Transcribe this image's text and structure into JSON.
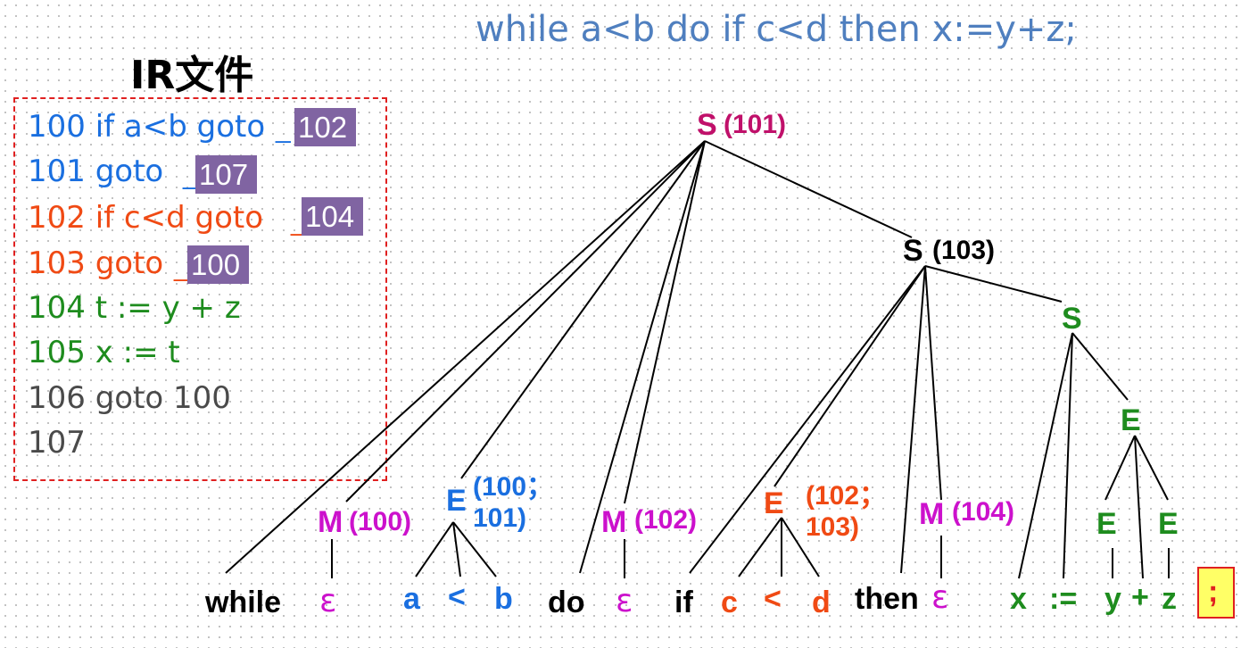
{
  "statement": "while a<b do if c<d then x:=y+z;",
  "ir": {
    "title": "IR文件",
    "lines": [
      {
        "text": "100 if a<b goto ",
        "target": "102",
        "color": "#1a6fe0"
      },
      {
        "text": "101 goto ",
        "target": "107",
        "color": "#1a6fe0"
      },
      {
        "text": "102 if c<d  goto ",
        "target": "104",
        "color": "#f04a14"
      },
      {
        "text": "103 goto ",
        "target": "100",
        "color": "#f04a14"
      },
      {
        "text": "104 t :=  y + z",
        "color": "#1e8c1e"
      },
      {
        "text": "105 x := t",
        "color": "#1e8c1e"
      },
      {
        "text": "106 goto 100",
        "color": "#4a4a4a"
      },
      {
        "text": "107",
        "color": "#4a4a4a"
      }
    ],
    "target_bg": "#8064a2"
  },
  "tree": {
    "s_root": {
      "sym": "S",
      "val": "(101)"
    },
    "s_if": {
      "sym": "S",
      "val": "(103)"
    },
    "s_assign": {
      "sym": "S"
    },
    "m1": {
      "sym": "M",
      "val": "(100)"
    },
    "e1": {
      "sym": "E",
      "val_line1": "(100；",
      "val_line2": "101)"
    },
    "m2": {
      "sym": "M",
      "val": "(102)"
    },
    "e2": {
      "sym": "E",
      "val_line1": "(102；",
      "val_line2": "103)"
    },
    "m3": {
      "sym": "M",
      "val": "(104)"
    },
    "e_sum": {
      "sym": "E"
    },
    "e_y": {
      "sym": "E"
    },
    "e_z": {
      "sym": "E"
    },
    "leaves": {
      "while": "while",
      "eps": "ε",
      "a": "a",
      "lt": "<",
      "b": "b",
      "do": "do",
      "if": "if",
      "c": "c",
      "d": "d",
      "then": "then",
      "x": "x",
      "assign": ":=",
      "y": "y",
      "plus": "+",
      "z": "z",
      "semi": ";"
    }
  },
  "colors": {
    "magenta": "#cc11cc",
    "blue": "#1a6fe0",
    "orange": "#f04a14",
    "green": "#1e8c1e",
    "crimson": "#c0106a",
    "black": "#000000"
  }
}
